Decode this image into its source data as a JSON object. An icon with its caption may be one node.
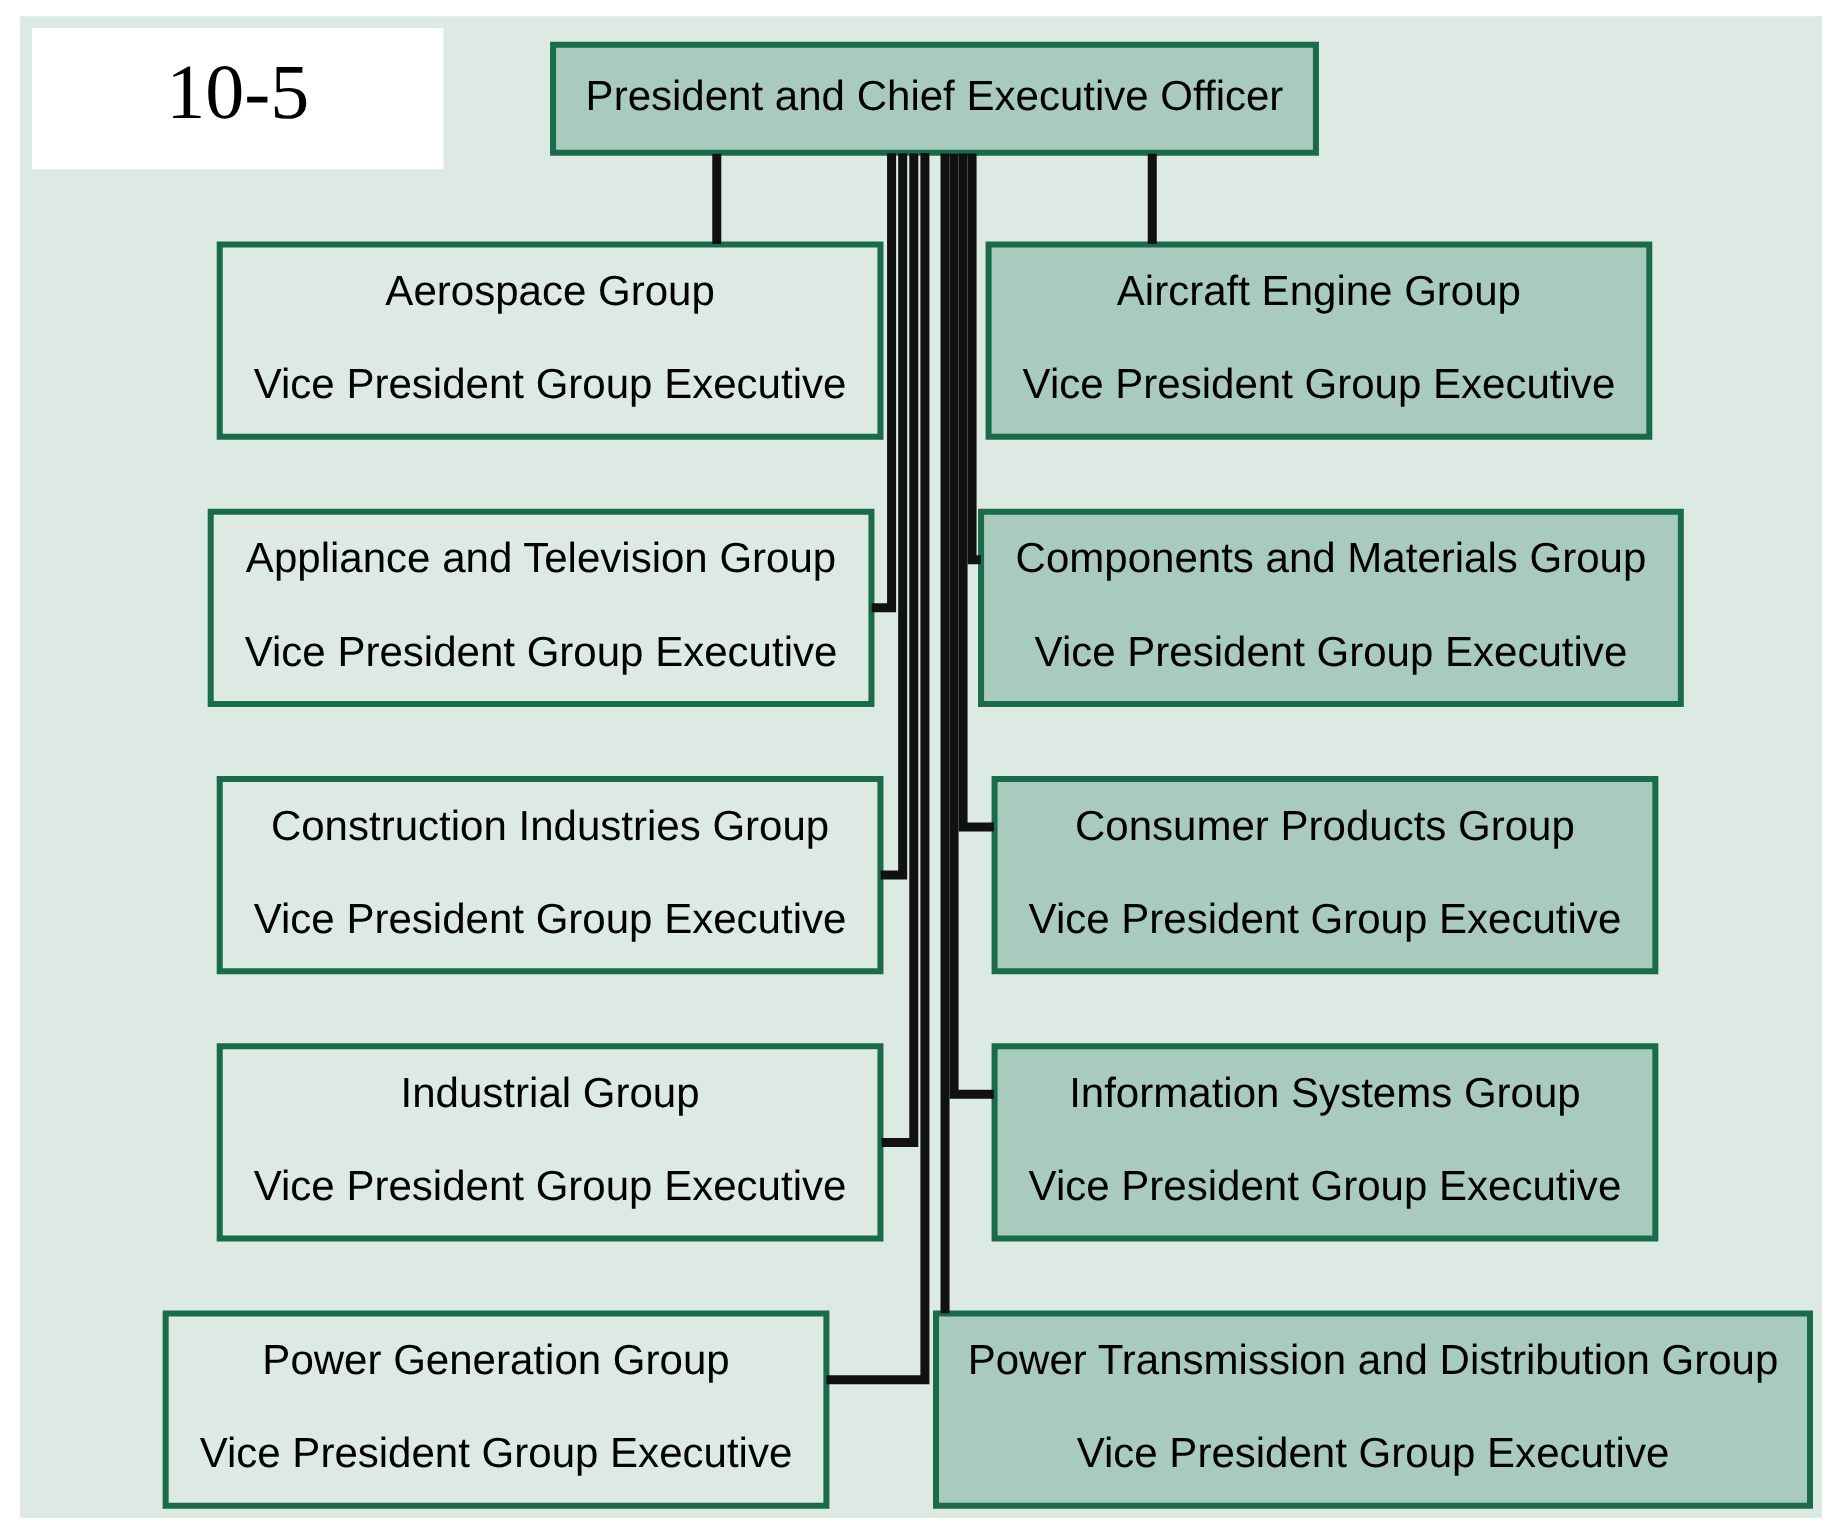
{
  "diagram": {
    "nodes": [
      {
        "text": [
          "President and Chief Executive Officer"
        ]
      },
      {
        "text": [
          "Aerospace Group",
          "Vice President Group Executive"
        ]
      },
      {
        "text": [
          "Aircraft Engine Group",
          "Vice President Group Executive"
        ]
      },
      {
        "text": [
          "Appliance and Television Group",
          "Vice President Group Executive"
        ]
      },
      {
        "text": [
          "Components and Materials Group",
          "Vice President Group Executive"
        ]
      },
      {
        "text": [
          "Construction Industries Group",
          "Vice President Group Executive"
        ]
      },
      {
        "text": [
          "Consumer Products Group",
          "Vice President Group Executive"
        ]
      },
      {
        "text": [
          "Industrial Group",
          "Vice President Group Executive"
        ]
      },
      {
        "text": [
          "Information Systems Group",
          "Vice President Group Executive"
        ]
      },
      {
        "text": [
          "Power Generation Group",
          "Vice President Group Executive"
        ]
      },
      {
        "text": [
          "Power Transmission and Distribution Group",
          "Vice President Group Executive"
        ]
      }
    ],
    "edges": [
      {
        "from": 0,
        "to": 1,
        "arrow": "none"
      },
      {
        "from": 0,
        "to": 2,
        "arrow": "none"
      },
      {
        "from": 0,
        "to": 3,
        "arrow": "none"
      },
      {
        "from": 0,
        "to": 4,
        "arrow": "none"
      },
      {
        "from": 0,
        "to": 5,
        "arrow": "none"
      },
      {
        "from": 0,
        "to": 6,
        "arrow": "none"
      },
      {
        "from": 0,
        "to": 7,
        "arrow": "none"
      },
      {
        "from": 0,
        "to": 8,
        "arrow": "none"
      },
      {
        "from": 0,
        "to": 9,
        "arrow": "none"
      },
      {
        "from": 0,
        "to": 10,
        "arrow": "none"
      }
    ],
    "labels": [
      "10-5"
    ]
  }
}
